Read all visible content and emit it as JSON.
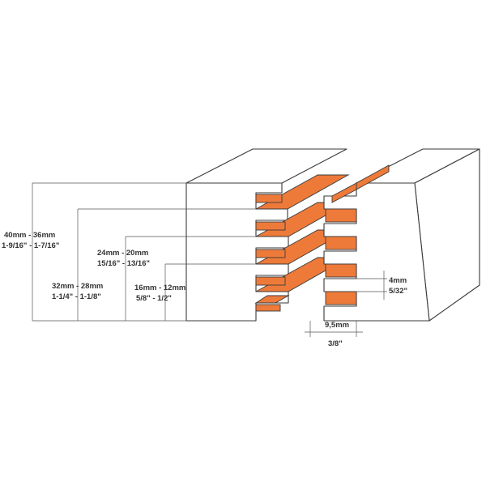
{
  "dimensions": {
    "d40": {
      "mm": "40mm - 36mm",
      "inch": "1-9/16\" - 1-7/16\""
    },
    "d32": {
      "mm": "32mm - 28mm",
      "inch": "1-1/4\" - 1-1/8\""
    },
    "d24": {
      "mm": "24mm - 20mm",
      "inch": "15/16\" - 13/16\""
    },
    "d16": {
      "mm": "16mm - 12mm",
      "inch": "5/8\" - 1/2\""
    },
    "slot": {
      "mm": "4mm",
      "inch": "5/32\""
    },
    "offset": {
      "mm": "9,5mm",
      "inch": "3/8\""
    }
  },
  "colors": {
    "accent": "#ee7a3a",
    "accent_light": "#f6a877",
    "line": "#3a3a3a"
  }
}
